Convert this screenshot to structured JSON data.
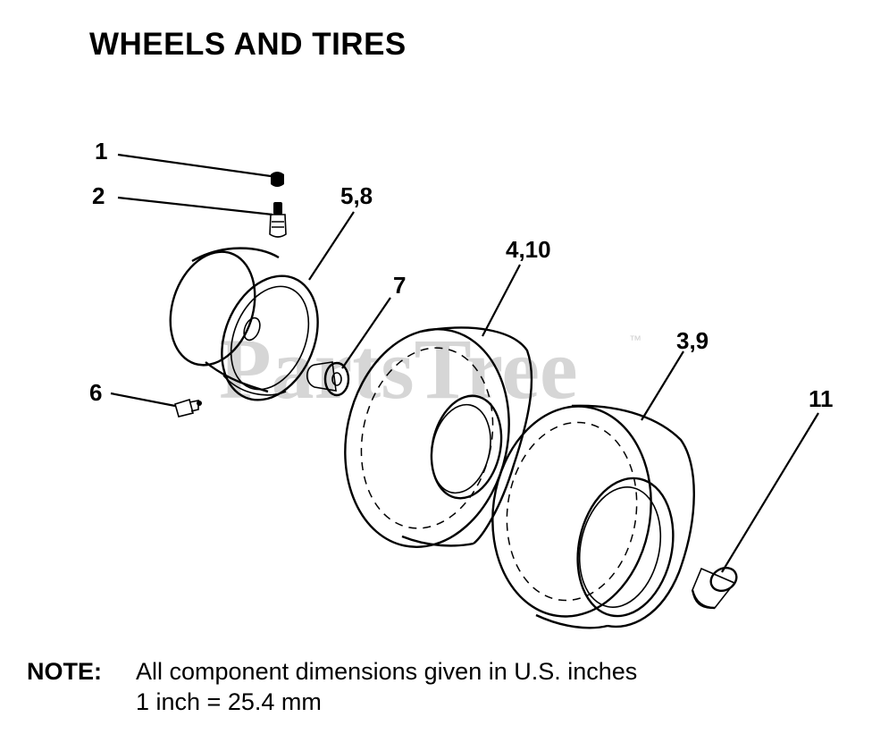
{
  "title": "WHEELS AND TIRES",
  "watermark": "PartsTree",
  "watermark_mark": "™",
  "callouts": {
    "c1": "1",
    "c2": "2",
    "c58": "5,8",
    "c7": "7",
    "c410": "4,10",
    "c39": "3,9",
    "c6": "6",
    "c11": "11"
  },
  "note": {
    "label": "NOTE:",
    "line1": "All component dimensions given in U.S. inches",
    "line2": "1 inch = 25.4 mm"
  }
}
